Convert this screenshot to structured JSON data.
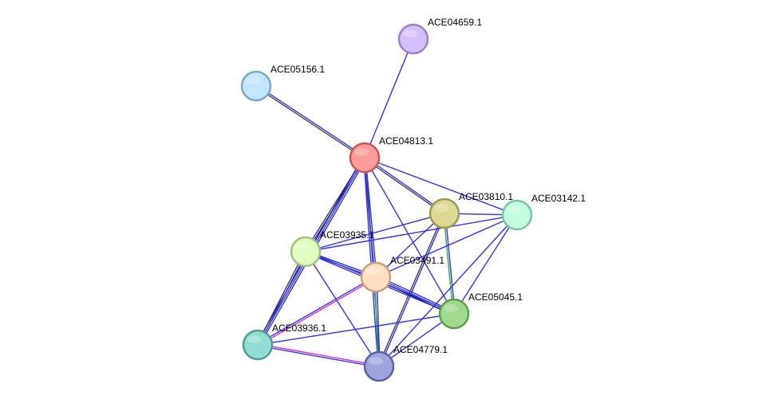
{
  "nodes": [
    {
      "id": "ACE04659",
      "label": "ACE04659.1",
      "fill": "#d4bfff",
      "stroke": "#9a82c9"
    },
    {
      "id": "ACE05156",
      "label": "ACE05156.1",
      "fill": "#c2e6fb",
      "stroke": "#7fa6c2"
    },
    {
      "id": "ACE04813",
      "label": "ACE04813.1",
      "fill": "#fd9c9c",
      "stroke": "#c45858"
    },
    {
      "id": "ACE03810",
      "label": "ACE03810.1",
      "fill": "#dcda92",
      "stroke": "#9b9a54"
    },
    {
      "id": "ACE03142",
      "label": "ACE03142.1",
      "fill": "#c3fde0",
      "stroke": "#7fc4a0"
    },
    {
      "id": "ACE03935",
      "label": "ACE03935.1",
      "fill": "#e1febf",
      "stroke": "#a2c27f"
    },
    {
      "id": "ACE03491",
      "label": "ACE03491.1",
      "fill": "#fde0c2",
      "stroke": "#c4a17f"
    },
    {
      "id": "ACE05045",
      "label": "ACE05045.1",
      "fill": "#9ed98c",
      "stroke": "#5f9e4f"
    },
    {
      "id": "ACE03936",
      "label": "ACE03936.1",
      "fill": "#8fded1",
      "stroke": "#4f9e91"
    },
    {
      "id": "ACE04779",
      "label": "ACE04779.1",
      "fill": "#9ea4dd",
      "stroke": "#5b62a3"
    }
  ],
  "edges": [
    {
      "source": "ACE04659",
      "target": "ACE04813",
      "colors": [
        "#3333dd"
      ]
    },
    {
      "source": "ACE05156",
      "target": "ACE04813",
      "colors": [
        "#3333dd",
        "#444444"
      ]
    },
    {
      "source": "ACE04813",
      "target": "ACE03810",
      "colors": [
        "#3333dd",
        "#444444"
      ]
    },
    {
      "source": "ACE04813",
      "target": "ACE03142",
      "colors": [
        "#3333dd"
      ]
    },
    {
      "source": "ACE04813",
      "target": "ACE03935",
      "colors": [
        "#3333dd",
        "#444444"
      ]
    },
    {
      "source": "ACE04813",
      "target": "ACE03491",
      "colors": [
        "#3333dd",
        "#3333dd"
      ]
    },
    {
      "source": "ACE04813",
      "target": "ACE05045",
      "colors": [
        "#3333dd"
      ]
    },
    {
      "source": "ACE04813",
      "target": "ACE03936",
      "colors": [
        "#3333dd",
        "#3333dd",
        "#1a1a8c"
      ]
    },
    {
      "source": "ACE04813",
      "target": "ACE04779",
      "colors": [
        "#3333dd",
        "#3333dd"
      ]
    },
    {
      "source": "ACE03810",
      "target": "ACE03142",
      "colors": [
        "#3333dd"
      ]
    },
    {
      "source": "ACE03810",
      "target": "ACE03935",
      "colors": [
        "#3333dd"
      ]
    },
    {
      "source": "ACE03810",
      "target": "ACE03491",
      "colors": [
        "#3333dd"
      ]
    },
    {
      "source": "ACE03810",
      "target": "ACE05045",
      "colors": [
        "#3333dd",
        "#33aa33"
      ]
    },
    {
      "source": "ACE03810",
      "target": "ACE04779",
      "colors": [
        "#3333dd",
        "#444444"
      ]
    },
    {
      "source": "ACE03142",
      "target": "ACE03935",
      "colors": [
        "#3333dd"
      ]
    },
    {
      "source": "ACE03142",
      "target": "ACE03491",
      "colors": [
        "#3333dd"
      ]
    },
    {
      "source": "ACE03142",
      "target": "ACE05045",
      "colors": [
        "#3333dd"
      ]
    },
    {
      "source": "ACE03142",
      "target": "ACE04779",
      "colors": [
        "#3333dd"
      ]
    },
    {
      "source": "ACE03935",
      "target": "ACE03491",
      "colors": [
        "#3333dd",
        "#3333dd"
      ]
    },
    {
      "source": "ACE03935",
      "target": "ACE05045",
      "colors": [
        "#3333dd",
        "#3333dd"
      ]
    },
    {
      "source": "ACE03935",
      "target": "ACE03936",
      "colors": [
        "#3333dd",
        "#444444"
      ]
    },
    {
      "source": "ACE03935",
      "target": "ACE04779",
      "colors": [
        "#3333dd"
      ]
    },
    {
      "source": "ACE03491",
      "target": "ACE05045",
      "colors": [
        "#3333dd",
        "#3333dd",
        "#1a1a8c"
      ]
    },
    {
      "source": "ACE03491",
      "target": "ACE03936",
      "colors": [
        "#cc33cc",
        "#3333dd"
      ]
    },
    {
      "source": "ACE03491",
      "target": "ACE04779",
      "colors": [
        "#3333dd",
        "#33aa33"
      ]
    },
    {
      "source": "ACE05045",
      "target": "ACE03936",
      "colors": [
        "#3333dd"
      ]
    },
    {
      "source": "ACE05045",
      "target": "ACE04779",
      "colors": [
        "#3333dd"
      ]
    },
    {
      "source": "ACE03936",
      "target": "ACE04779",
      "colors": [
        "#cc33cc",
        "#3333dd"
      ]
    }
  ]
}
